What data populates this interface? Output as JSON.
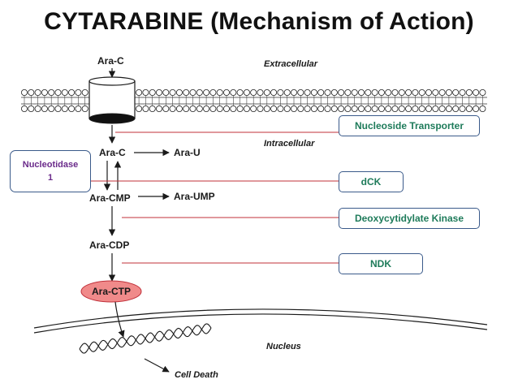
{
  "title": "CYTARABINE (Mechanism of Action)",
  "diagram": {
    "compounds": {
      "ara_c_top": "Ara-C",
      "ara_c": "Ara-C",
      "ara_u": "Ara-U",
      "ara_cmp": "Ara-CMP",
      "ara_ump": "Ara-UMP",
      "ara_cdp": "Ara-CDP",
      "ara_ctp": "Ara-CTP"
    },
    "regions": {
      "extracellular": "Extracellular",
      "intracellular": "Intracellular",
      "nucleus": "Nucleus"
    },
    "outcome": "Cell Death",
    "enzymes": {
      "nucleoside_transporter": "Nucleoside Transporter",
      "dck": "dCK",
      "deoxycytidylate_kinase": "Deoxycytidylate Kinase",
      "ndk": "NDK",
      "nucleotidase_line1": "Nucleotidase",
      "nucleotidase_line2": "1"
    }
  },
  "colors": {
    "connector": "#c0303a",
    "ara_ctp_fill": "#f08a8a",
    "enzyme_text": "#1e7b5a",
    "nucleotidase_text": "#6a2a8a",
    "box_border": "#3a5a8a"
  }
}
